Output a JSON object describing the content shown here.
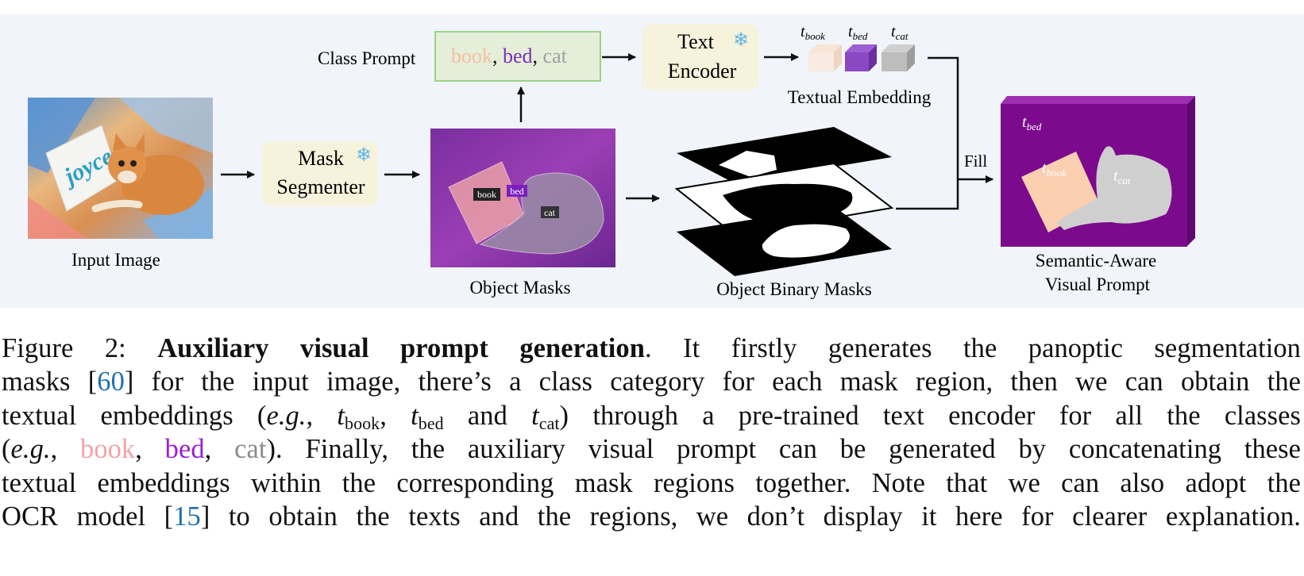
{
  "figure": {
    "input_image_label": "Input Image",
    "mask_segmenter_line1": "Mask",
    "mask_segmenter_line2": "Segmenter",
    "class_prompt_label": "Class Prompt",
    "class_words": {
      "book": "book",
      "sep1": ", ",
      "bed": "bed",
      "sep2": ", ",
      "cat": "cat"
    },
    "text_encoder_line1": "Text",
    "text_encoder_line2": "Encoder",
    "embedding_labels": {
      "book_t": "t",
      "book_sub": "book",
      "bed_t": "t",
      "bed_sub": "bed",
      "cat_t": "t",
      "cat_sub": "cat"
    },
    "textual_embedding_label": "Textual Embedding",
    "object_masks_label": "Object Masks",
    "mask_tags": {
      "book": "book",
      "bed": "bed",
      "cat": "cat"
    },
    "object_binary_masks_label": "Object Binary Masks",
    "fill_label": "Fill",
    "visual_prompt_line1": "Semantic-Aware",
    "visual_prompt_line2": "Visual Prompt",
    "logo_text": "joyce",
    "colors": {
      "background": "#f1f4fa",
      "box_fill": "#f7f2dc",
      "class_box_fill": "#e4eed9",
      "class_box_border": "#9bd386",
      "book": "#f5bf9f",
      "bed": "#7a2fb6",
      "cat": "#a0a0a0",
      "prompt_purple": "#7b0a8c",
      "snowflake": "#5fb6e6"
    }
  },
  "caption": {
    "fig_label": "Figure 2: ",
    "bold_title": "Auxiliary visual prompt generation",
    "line1_rest": ". It firstly generates the panoptic segmentation",
    "line2_a": "masks [",
    "cite1": "60",
    "line2_b": "] for the input image, there’s a class category for each mask region, then we can obtain the",
    "line3_a": "textual embeddings (",
    "eg": "e.g.",
    "line3_b": ", ",
    "t": "t",
    "sub_book": "book",
    "comma": ", ",
    "sub_bed": "bed",
    "and": " and ",
    "sub_cat": "cat",
    "line3_c": ") through a pre-trained text encoder for all the classes",
    "line4_open": "(",
    "line4_eg": "e.g.",
    "line4_comma1": ", ",
    "word_book": "book",
    "line4_comma2": ", ",
    "word_bed": "bed",
    "line4_comma3": ", ",
    "word_cat": "cat",
    "line4_rest": "). Finally, the auxiliary visual prompt can be generated by concatenating these",
    "line5": "textual embeddings within the corresponding mask regions together. Note that we can also adopt the",
    "line6_a": "OCR model [",
    "cite2": "15",
    "line6_b": "] to obtain the texts and the regions, we don’t display it here for clearer explanation."
  }
}
